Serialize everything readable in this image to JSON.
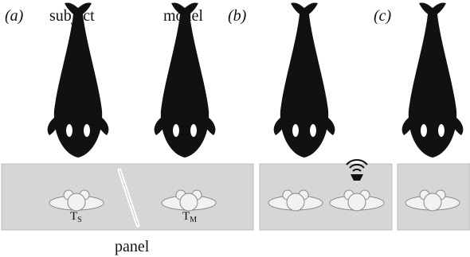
{
  "panels": [
    {
      "tag": "(a)"
    },
    {
      "tag": "(b)"
    },
    {
      "tag": "(c)"
    }
  ],
  "labels": {
    "subject": "subject",
    "model": "model",
    "panel": "panel",
    "target_subject_main": "T",
    "target_subject_sub": "S",
    "target_model_main": "T",
    "target_model_sub": "M"
  },
  "colors": {
    "whale_body": "#111111",
    "eye_patch": "#ffffff",
    "pool_background": "#d6d6d6",
    "pool_border": "#bcbcbc",
    "target_fill": "#f2f2f2",
    "target_stroke": "#8a8a8a",
    "speaker": "#111111"
  },
  "icons": {
    "whale": "orca-top-view-icon",
    "speaker": "underwater-speaker-icon",
    "target": "target-device-icon"
  }
}
